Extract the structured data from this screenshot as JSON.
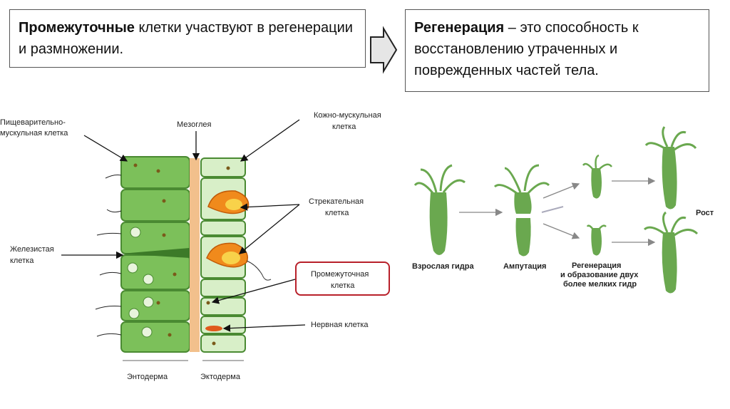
{
  "left_box": {
    "bold": "Промежуточные",
    "rest": " клетки участвуют в регенерации и размножении."
  },
  "right_box": {
    "bold": "Регенерация",
    "rest": " – это способность к восстановлению утраченных и поврежденных частей тела."
  },
  "tissue_labels": {
    "digestive_line1": "Пищеварительно-",
    "digestive_line2": "мускульная клетка",
    "mesoglea": "Мезоглея",
    "skin_line1": "Кожно-мускульная",
    "skin_line2": "клетка",
    "stinging_line1": "Стрекательная",
    "stinging_line2": "клетка",
    "glandular_line1": "Железистая",
    "glandular_line2": "клетка",
    "intermediate_line1": "Промежуточная",
    "intermediate_line2": "клетка",
    "nerve": "Нервная клетка",
    "endoderm": "Энтодерма",
    "ectoderm": "Эктодерма"
  },
  "hydra_labels": {
    "adult": "Взрослая гидра",
    "amputation": "Ампутация",
    "regen_line1": "Регенерация",
    "regen_line2": "и образование двух",
    "regen_line3": "более мелких гидр",
    "growth": "Рост"
  },
  "colors": {
    "cell_green": "#7cc05a",
    "cell_light": "#d8efc8",
    "mesoglea": "#f2c08c",
    "highlight_border": "#b8202a",
    "stinging_orange": "#f08a1c"
  }
}
